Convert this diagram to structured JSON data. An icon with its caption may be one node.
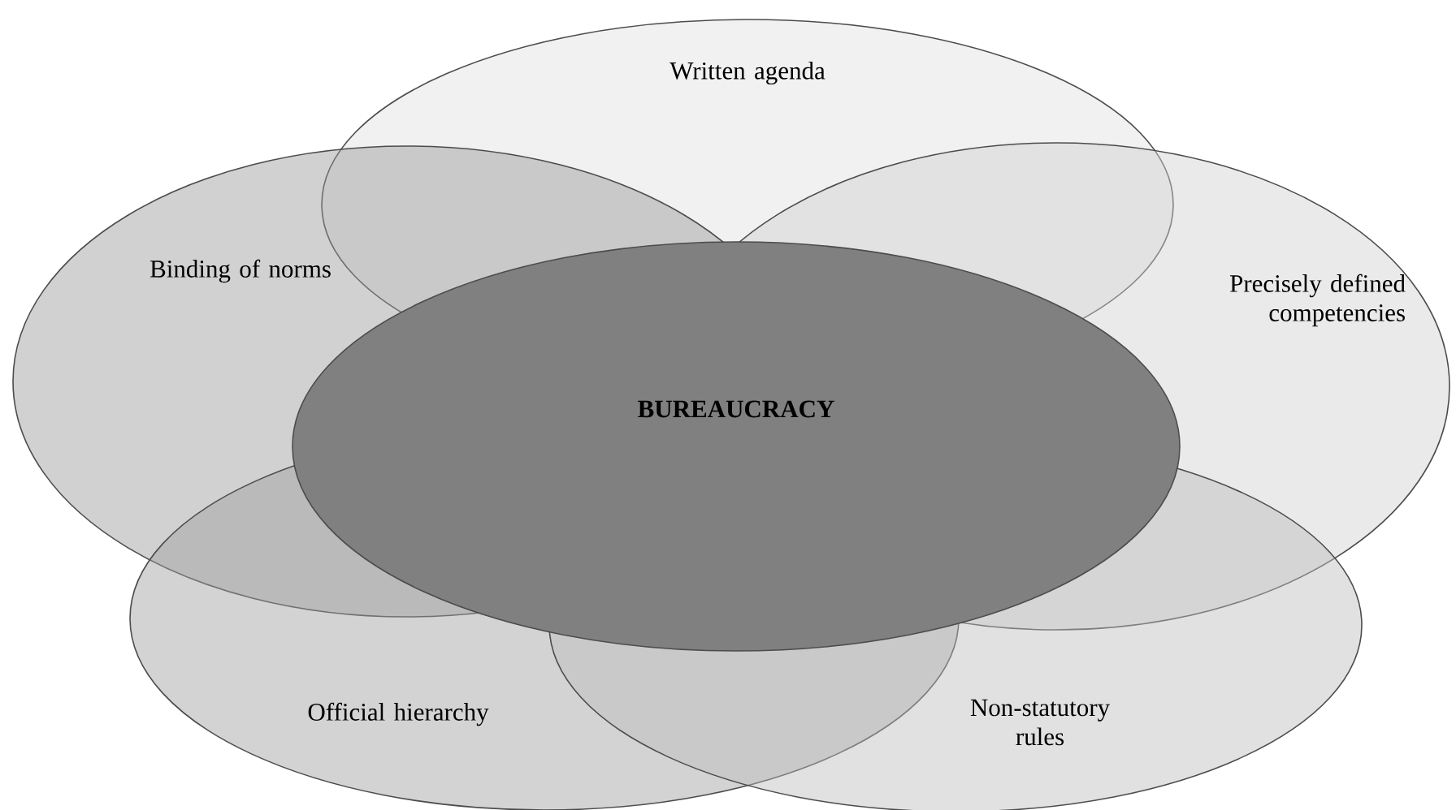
{
  "diagram": {
    "nodes": [
      {
        "text": [
          "Written agenda"
        ]
      },
      {
        "text": [
          "Binding of norms"
        ]
      },
      {
        "text": [
          "Precisely defined competencies"
        ]
      },
      {
        "text": [
          "Official hierarchy"
        ]
      },
      {
        "text": [
          "Non-statutory rules"
        ]
      },
      {
        "text": [
          "BUREAUCRACY"
        ]
      }
    ]
  }
}
